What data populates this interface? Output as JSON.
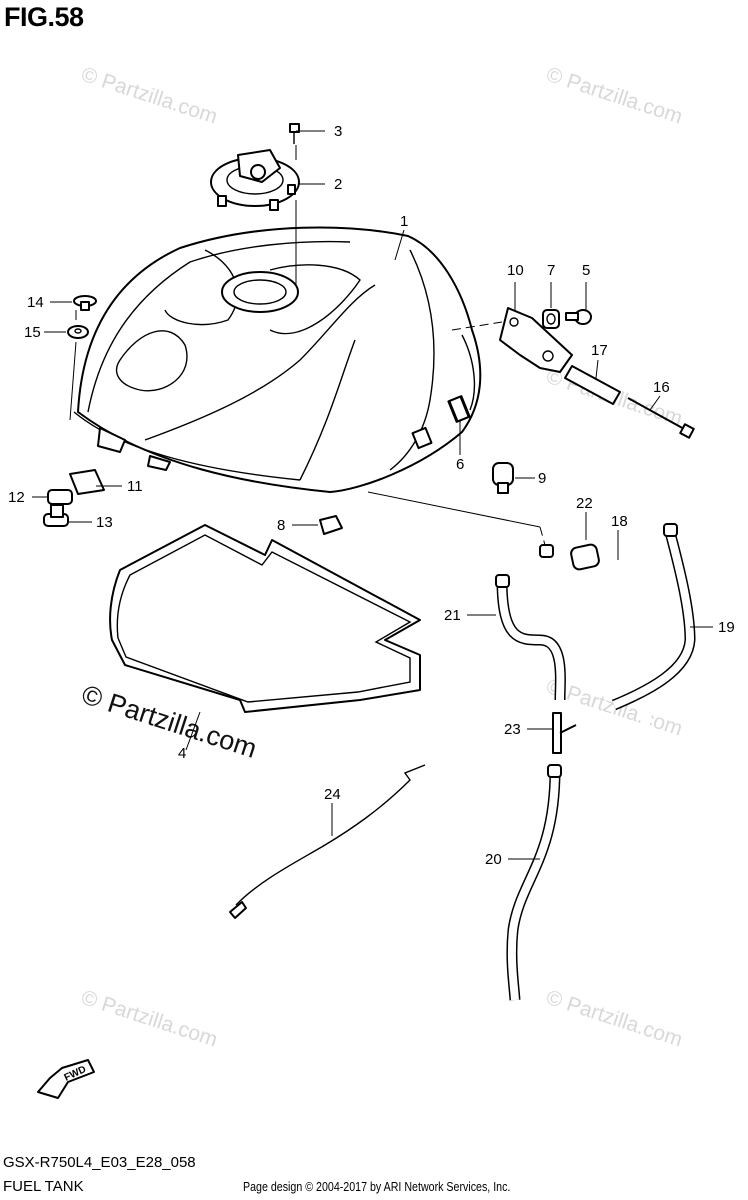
{
  "figure": {
    "title": "FIG.58",
    "diagram_code": "GSX-R750L4_E03_E28_058",
    "diagram_name": "FUEL TANK",
    "copyright": "Page design © 2004-2017 by ARI Network Services, Inc."
  },
  "watermark": {
    "text": "© Partzilla.com"
  },
  "fwd_label": "FWD",
  "callouts": [
    {
      "id": "c1",
      "label": "1"
    },
    {
      "id": "c2",
      "label": "2"
    },
    {
      "id": "c3",
      "label": "3"
    },
    {
      "id": "c4",
      "label": "4"
    },
    {
      "id": "c5",
      "label": "5"
    },
    {
      "id": "c6",
      "label": "6"
    },
    {
      "id": "c7",
      "label": "7"
    },
    {
      "id": "c8",
      "label": "8"
    },
    {
      "id": "c9",
      "label": "9"
    },
    {
      "id": "c10",
      "label": "10"
    },
    {
      "id": "c11",
      "label": "11"
    },
    {
      "id": "c12",
      "label": "12"
    },
    {
      "id": "c13",
      "label": "13"
    },
    {
      "id": "c14",
      "label": "14"
    },
    {
      "id": "c15",
      "label": "15"
    },
    {
      "id": "c16",
      "label": "16"
    },
    {
      "id": "c17",
      "label": "17"
    },
    {
      "id": "c18",
      "label": "18"
    },
    {
      "id": "c19",
      "label": "19"
    },
    {
      "id": "c20",
      "label": "20"
    },
    {
      "id": "c21",
      "label": "21"
    },
    {
      "id": "c22",
      "label": "22"
    },
    {
      "id": "c23",
      "label": "23"
    },
    {
      "id": "c24",
      "label": "24"
    }
  ]
}
